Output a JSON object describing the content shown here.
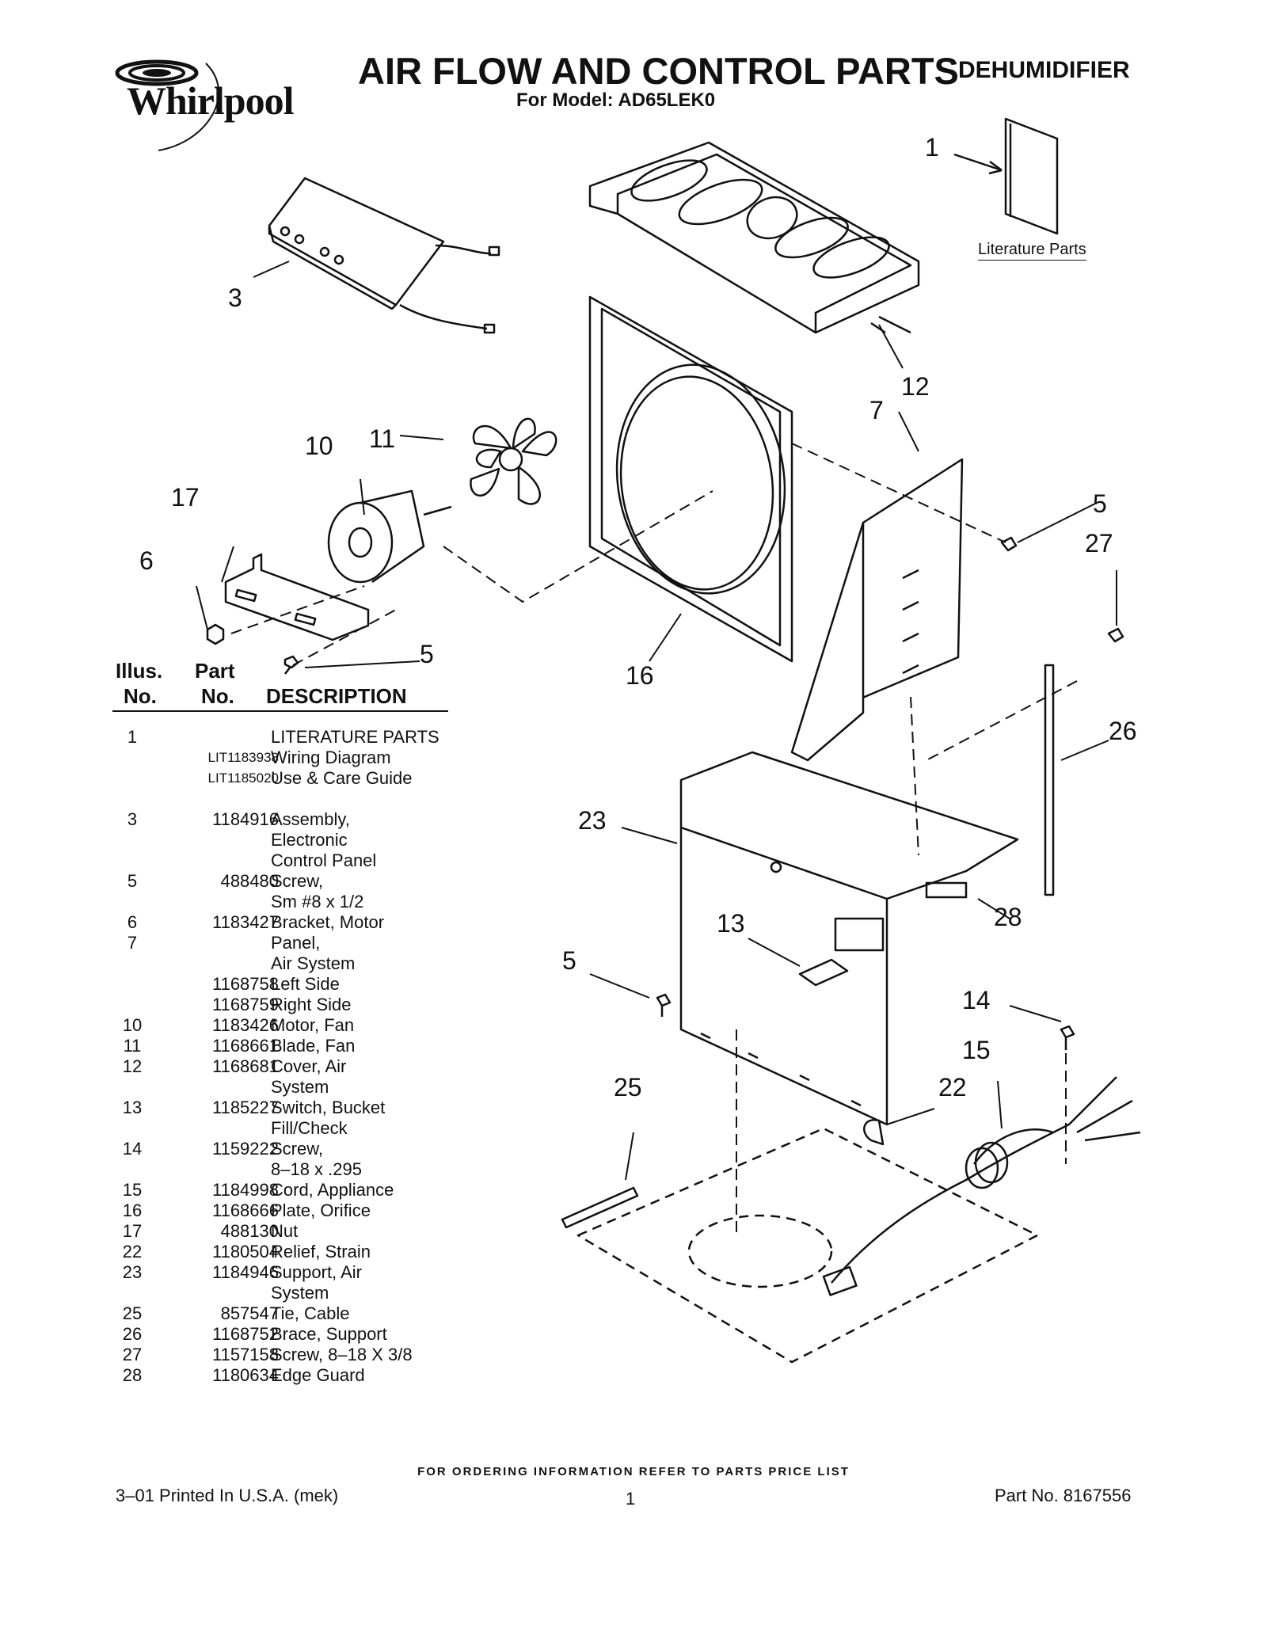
{
  "header": {
    "brand": "Whirlpool",
    "title": "AIR FLOW AND CONTROL PARTS",
    "doc_type": "DEHUMIDIFIER",
    "model_line": "For Model: AD65LEK0"
  },
  "diagram": {
    "literature_label": "Literature Parts",
    "callouts": [
      "1",
      "3",
      "5",
      "5",
      "5",
      "6",
      "7",
      "10",
      "11",
      "12",
      "13",
      "14",
      "15",
      "16",
      "17",
      "22",
      "23",
      "25",
      "26",
      "27",
      "28"
    ]
  },
  "table": {
    "headers": {
      "illus_1": "Illus.",
      "illus_2": "No.",
      "part_1": "Part",
      "part_2": "No.",
      "desc": "DESCRIPTION"
    },
    "rows": [
      {
        "illus": "1",
        "part": "",
        "desc": "LITERATURE PARTS"
      },
      {
        "illus": "",
        "part": "LIT1183938",
        "desc": "Wiring Diagram"
      },
      {
        "illus": "",
        "part": "LIT1185020",
        "desc": "Use & Care Guide"
      },
      {
        "illus": "3",
        "part": "1184916",
        "desc": "Assembly,"
      },
      {
        "illus": "",
        "part": "",
        "desc": "Electronic"
      },
      {
        "illus": "",
        "part": "",
        "desc": "Control Panel"
      },
      {
        "illus": "5",
        "part": "488480",
        "desc": "Screw,"
      },
      {
        "illus": "",
        "part": "",
        "desc": "Sm #8 x 1/2"
      },
      {
        "illus": "6",
        "part": "1183427",
        "desc": "Bracket, Motor"
      },
      {
        "illus": "7",
        "part": "",
        "desc": "Panel,"
      },
      {
        "illus": "",
        "part": "",
        "desc": "Air System"
      },
      {
        "illus": "",
        "part": "1168758",
        "desc": "Left Side"
      },
      {
        "illus": "",
        "part": "1168759",
        "desc": "Right Side"
      },
      {
        "illus": "10",
        "part": "1183426",
        "desc": "Motor, Fan"
      },
      {
        "illus": "11",
        "part": "1168661",
        "desc": "Blade, Fan"
      },
      {
        "illus": "12",
        "part": "1168681",
        "desc": "Cover, Air"
      },
      {
        "illus": "",
        "part": "",
        "desc": "System"
      },
      {
        "illus": "13",
        "part": "1185227",
        "desc": "Switch, Bucket"
      },
      {
        "illus": "",
        "part": "",
        "desc": "Fill/Check"
      },
      {
        "illus": "14",
        "part": "1159222",
        "desc": "Screw,"
      },
      {
        "illus": "",
        "part": "",
        "desc": "8–18 x .295"
      },
      {
        "illus": "15",
        "part": "1184998",
        "desc": "Cord, Appliance"
      },
      {
        "illus": "16",
        "part": "1168666",
        "desc": "Plate, Orifice"
      },
      {
        "illus": "17",
        "part": "488130",
        "desc": "Nut"
      },
      {
        "illus": "22",
        "part": "1180504",
        "desc": "Relief, Strain"
      },
      {
        "illus": "23",
        "part": "1184946",
        "desc": "Support, Air"
      },
      {
        "illus": "",
        "part": "",
        "desc": "System"
      },
      {
        "illus": "25",
        "part": "857547",
        "desc": "Tie, Cable"
      },
      {
        "illus": "26",
        "part": "1168752",
        "desc": "Brace, Support"
      },
      {
        "illus": "27",
        "part": "1157158",
        "desc": "Screw, 8–18 X 3/8"
      },
      {
        "illus": "28",
        "part": "1180634",
        "desc": "Edge Guard"
      }
    ]
  },
  "footer": {
    "ordering_note": "FOR ORDERING INFORMATION REFER TO PARTS PRICE LIST",
    "printed": "3–01 Printed In U.S.A. (mek)",
    "page_number": "1",
    "part_number": "Part No. 8167556"
  }
}
